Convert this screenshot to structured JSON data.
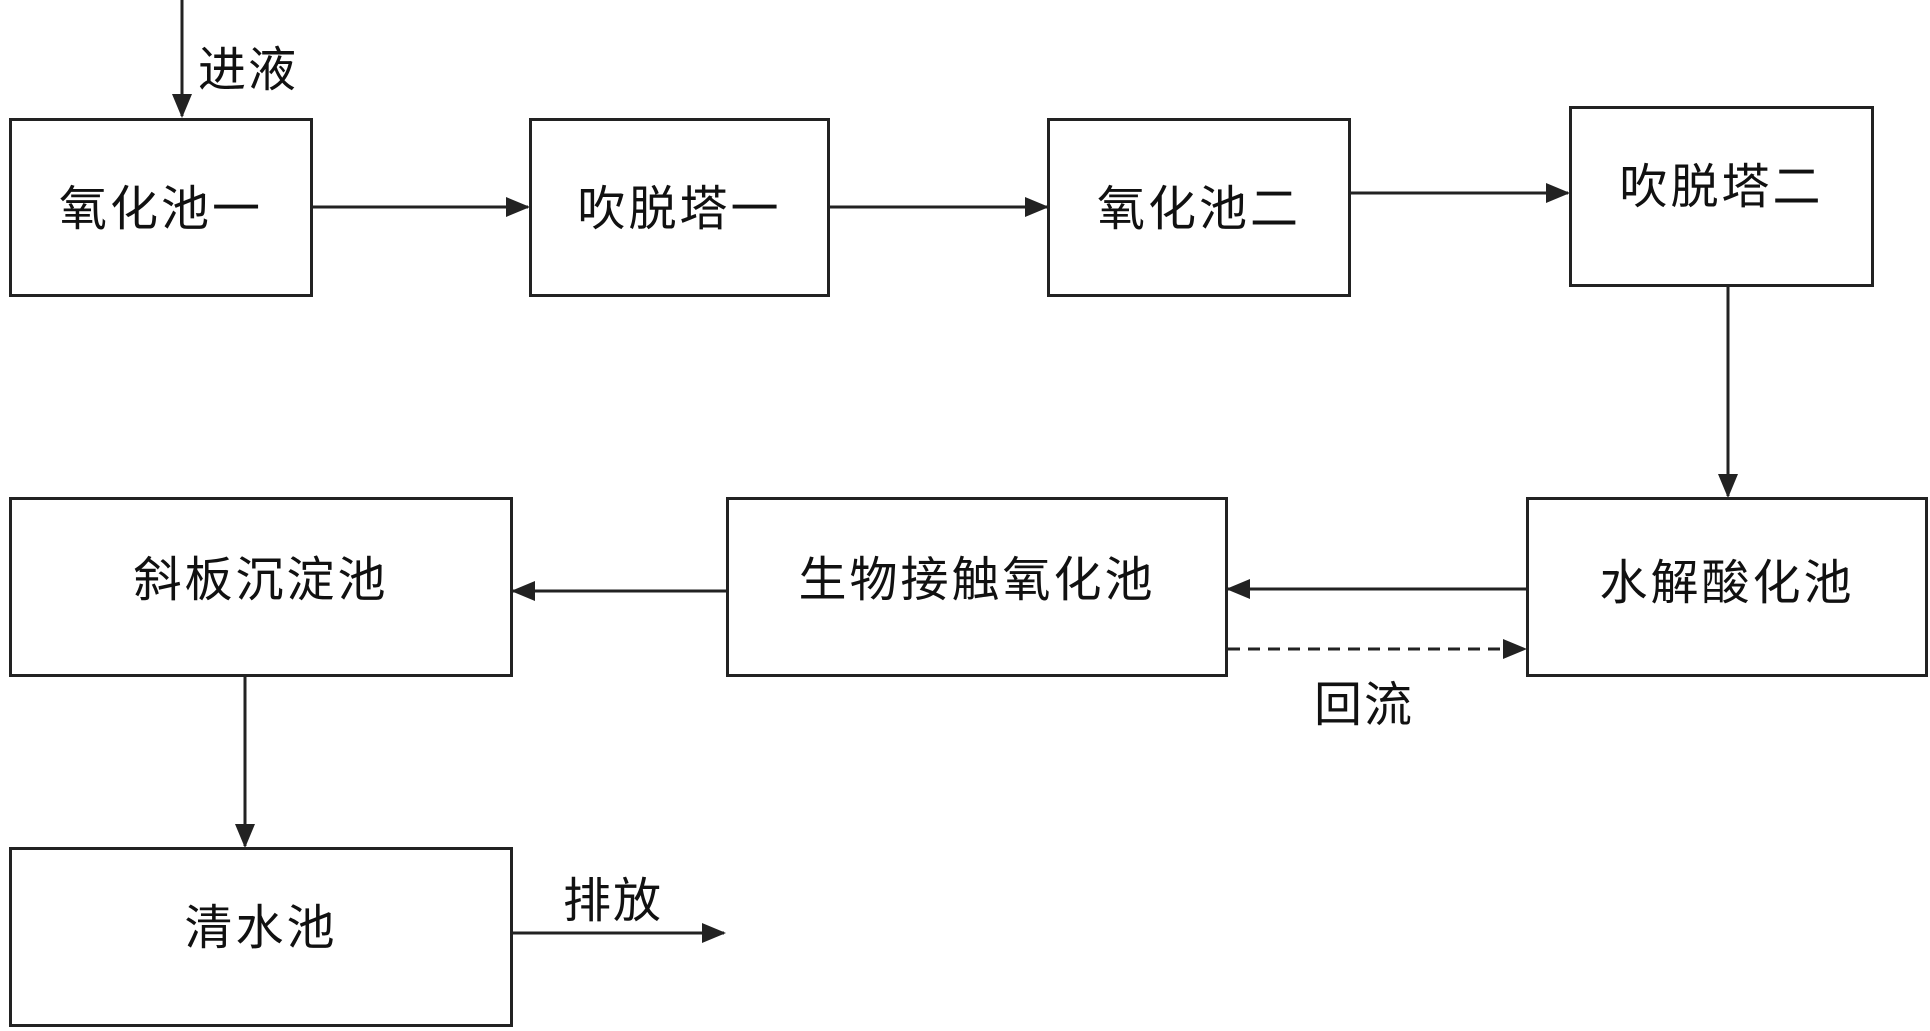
{
  "nodes": {
    "ox1": "氧化池一",
    "st1": "吹脱塔一",
    "ox2": "氧化池二",
    "st2": "吹脱塔二",
    "hydro": "水解酸化池",
    "bio": "生物接触氧化池",
    "settle": "斜板沉淀池",
    "clear": "清水池"
  },
  "labels": {
    "inflow": "进液",
    "reflux": "回流",
    "discharge": "排放"
  },
  "colors": {
    "stroke": "#222222",
    "background": "#ffffff"
  }
}
